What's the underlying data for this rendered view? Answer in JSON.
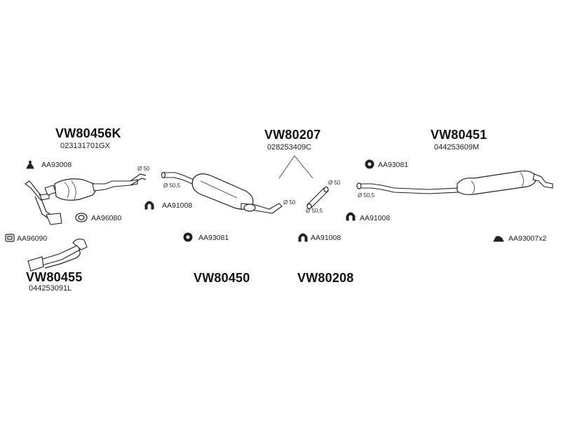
{
  "parts": [
    {
      "number": "VW80456K",
      "oem": "023131701GX"
    },
    {
      "number": "VW80207",
      "oem": "028253409C"
    },
    {
      "number": "VW80451",
      "oem": "044253609M"
    },
    {
      "number": "VW80455",
      "oem": "044253091L"
    },
    {
      "number": "VW80450"
    },
    {
      "number": "VW80208"
    }
  ],
  "accessories": [
    {
      "code": "AA93008",
      "icon": "rubber-mount-icon"
    },
    {
      "code": "AA96080",
      "icon": "gasket-ring-icon"
    },
    {
      "code": "AA96090",
      "icon": "gasket-square-icon"
    },
    {
      "code": "AA91008",
      "icon": "pipe-clamp-icon"
    },
    {
      "code": "AA93081",
      "icon": "hanger-ring-icon"
    },
    {
      "code": "AA91008",
      "icon": "pipe-clamp-icon"
    },
    {
      "code": "AA93081",
      "icon": "hanger-ring-icon"
    },
    {
      "code": "AA91008",
      "icon": "pipe-clamp-icon"
    },
    {
      "code": "AA93007x2",
      "icon": "bracket-icon"
    }
  ],
  "diameters": {
    "d50": "Ø 50",
    "d50_5": "Ø 50,5"
  }
}
